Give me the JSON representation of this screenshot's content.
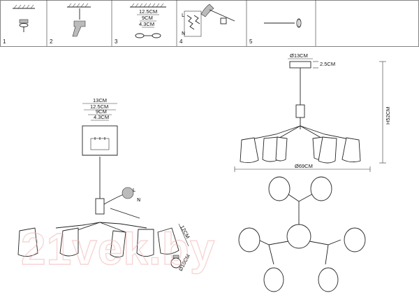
{
  "steps": [
    "1",
    "2",
    "3",
    "4",
    "5"
  ],
  "panel3_dims": {
    "d1": "12.5CM",
    "d2": "9CM",
    "d3": "4.3CM"
  },
  "wiring_labels": {
    "l": "L",
    "n": "N"
  },
  "front_view": {
    "canopy_diameter": "Ø13CM",
    "canopy_height": "2.5CM",
    "total_height": "H52CM",
    "total_width": "Ø69CM"
  },
  "side_view": {
    "dims": {
      "d0": "13CM",
      "d1": "12.5CM",
      "d2": "9CM",
      "d3": "4.3CM"
    },
    "wire_labels": {
      "l": "L",
      "n": "N"
    },
    "shade_length": "12CM",
    "bulb_diameter": "Ø10CM"
  },
  "watermark": "21vek.by"
}
